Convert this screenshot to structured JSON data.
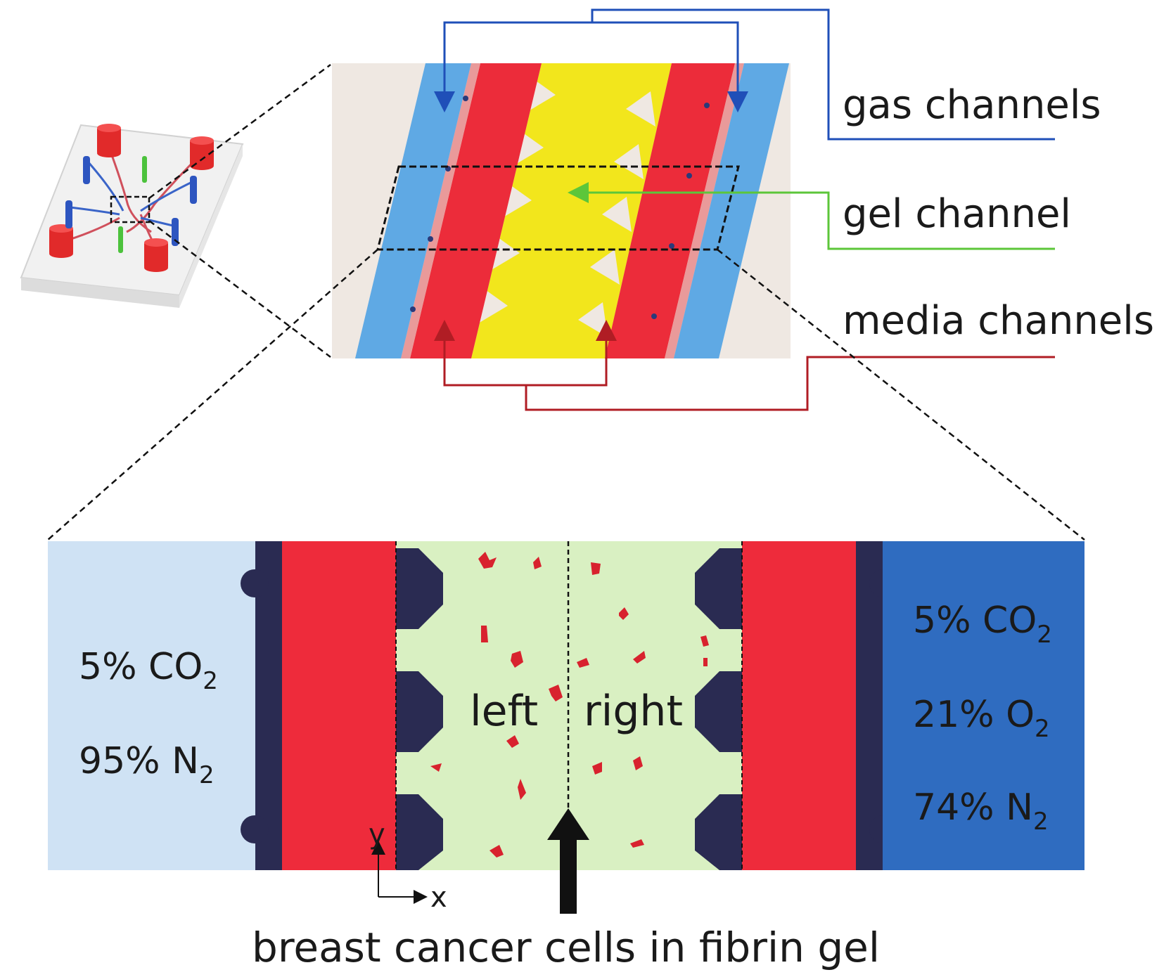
{
  "labels": {
    "gas_channels": "gas channels",
    "gel_channel": "gel channel",
    "media_channels": "media channels",
    "left": "left",
    "right": "right",
    "bottom_caption": "breast cancer cells in fibrin gel",
    "axis_x": "x",
    "axis_y": "y"
  },
  "left_gas": {
    "co2": {
      "value": "5% CO",
      "sub": "2"
    },
    "n2": {
      "value": "95% N",
      "sub": "2"
    }
  },
  "right_gas": {
    "co2": {
      "value": "5% CO",
      "sub": "2"
    },
    "o2": {
      "value": "21% O",
      "sub": "2"
    },
    "n2": {
      "value": "74% N",
      "sub": "2"
    }
  },
  "colors": {
    "gas_line": "#1f4fb8",
    "gel_line": "#5cc63a",
    "media_line": "#b01d24",
    "media_red": "#ee2b3b",
    "gas_blue_photo": "#5fa9e4",
    "gel_yellow": "#f2e61c",
    "left_gas_fill": "#cfe2f4",
    "right_gas_fill": "#2f6cc0",
    "gel_fill": "#d9f0c2",
    "post_dark": "#2a2b52"
  },
  "icons": [
    "device-chip-icon",
    "cell-icon",
    "arrow-up-icon"
  ]
}
